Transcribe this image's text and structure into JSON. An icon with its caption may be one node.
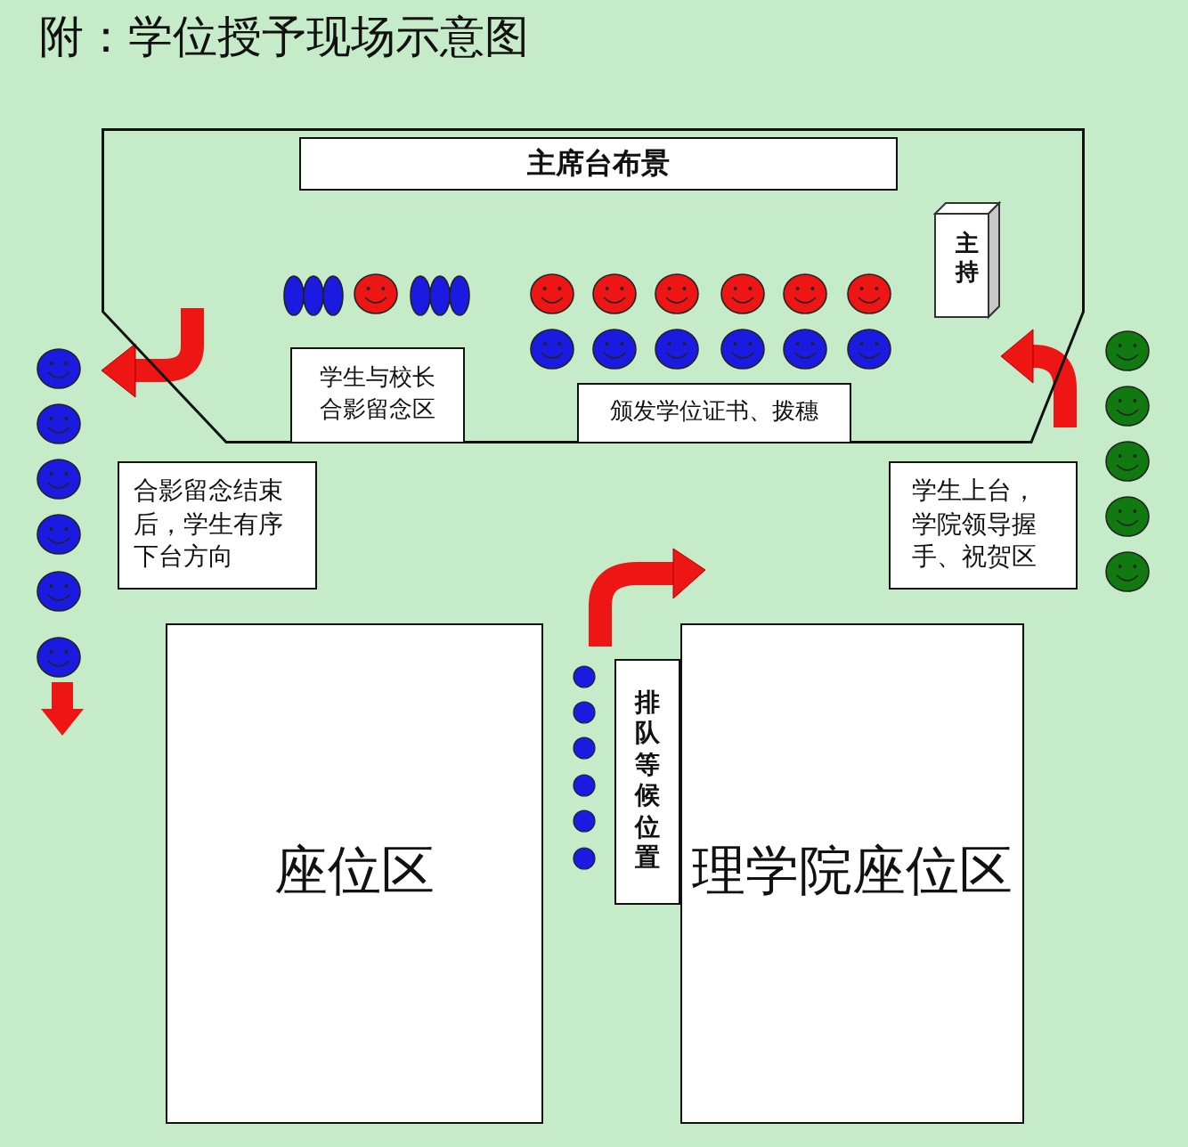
{
  "diagram": {
    "title": "附：学位授予现场示意图",
    "nodes": [
      {
        "text": [],
        "shape": "box"
      },
      {
        "text": [
          "主席台布景"
        ],
        "in": 0
      },
      {
        "text": [
          "主持"
        ],
        "in": 0
      },
      {
        "text": [
          "学生与校长合影留念区"
        ],
        "in": 0
      },
      {
        "text": [
          "颁发学位证书、拨穗"
        ],
        "in": 0
      },
      {
        "text": [
          "合影留念结束后，学生有序下台方向"
        ]
      },
      {
        "text": [
          "学生上台，学院领导握手、祝贺区"
        ]
      },
      {
        "text": [
          "座位区"
        ]
      },
      {
        "text": [
          "排队等候位置"
        ]
      },
      {
        "text": [
          "理学院座位区"
        ]
      }
    ],
    "edges": []
  }
}
